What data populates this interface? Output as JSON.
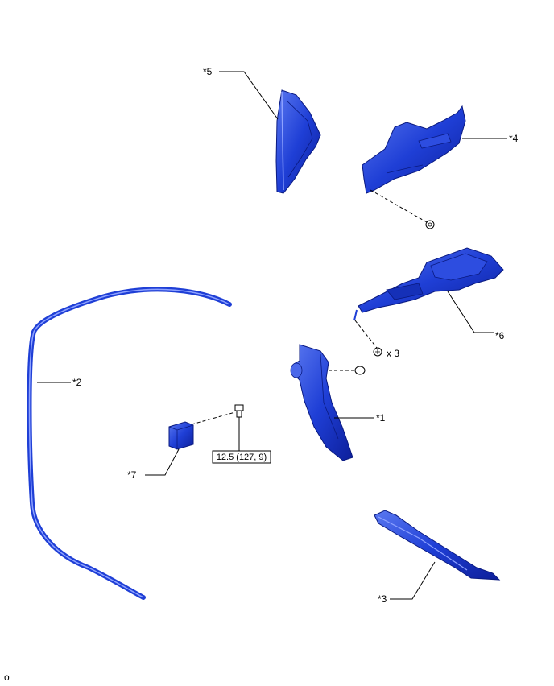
{
  "colors": {
    "part_fill": "#1f3fd6",
    "part_dark": "#0d1f9a",
    "part_light": "#5a78f0",
    "line": "#000000"
  },
  "callouts": {
    "c1": "*1",
    "c2": "*2",
    "c3": "*3",
    "c4": "*4",
    "c5": "*5",
    "c6": "*6",
    "c7": "*7"
  },
  "quantity": "x 3",
  "torque": "12.5 (127, 9)",
  "footer_code": "o"
}
